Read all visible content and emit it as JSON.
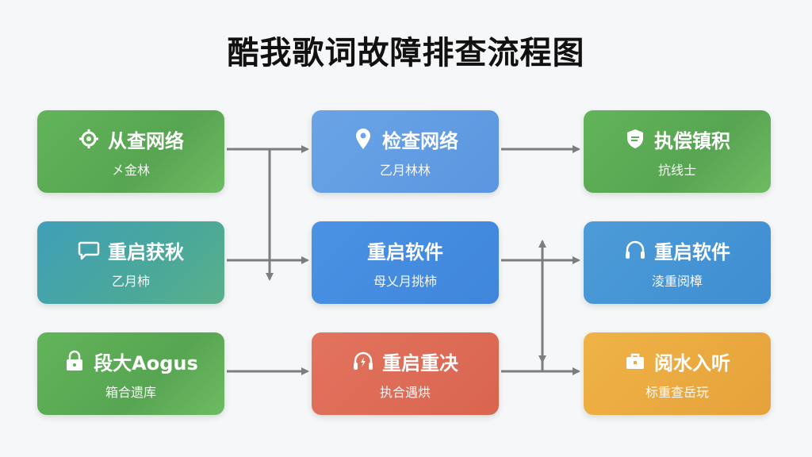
{
  "title": "酷我歌词故障排查流程图",
  "nodes": [
    {
      "label": "从查网络",
      "sub": "㐅金林",
      "icon": "gear-icon",
      "color": "#5fae57"
    },
    {
      "label": "重启获秋",
      "sub": "乙月柿",
      "icon": "chat-bubble-icon",
      "color": "#44a2a8"
    },
    {
      "label": "段大Aogus",
      "sub": "箱合遗库",
      "icon": "lock-icon",
      "color": "#5fae57"
    },
    {
      "label": "检查网络",
      "sub": "乙月林林",
      "icon": "location-pin-icon",
      "color": "#6aa4e6"
    },
    {
      "label": "重启软件",
      "sub": "母乂月挑柿",
      "icon": "",
      "color": "#4a92e3"
    },
    {
      "label": "重启重决",
      "sub": "执合遇烘",
      "icon": "headphone-bolt-icon",
      "color": "#dd6d57"
    },
    {
      "label": "执偿镇积",
      "sub": "抗线士",
      "icon": "shield-icon",
      "color": "#5fae57"
    },
    {
      "label": "重启软件",
      "sub": "淩重阅樟",
      "icon": "headphones-icon",
      "color": "#4d9bd8"
    },
    {
      "label": "阅水入听",
      "sub": "标重查岳玩",
      "icon": "toolbox-icon",
      "color": "#eaab40"
    }
  ]
}
